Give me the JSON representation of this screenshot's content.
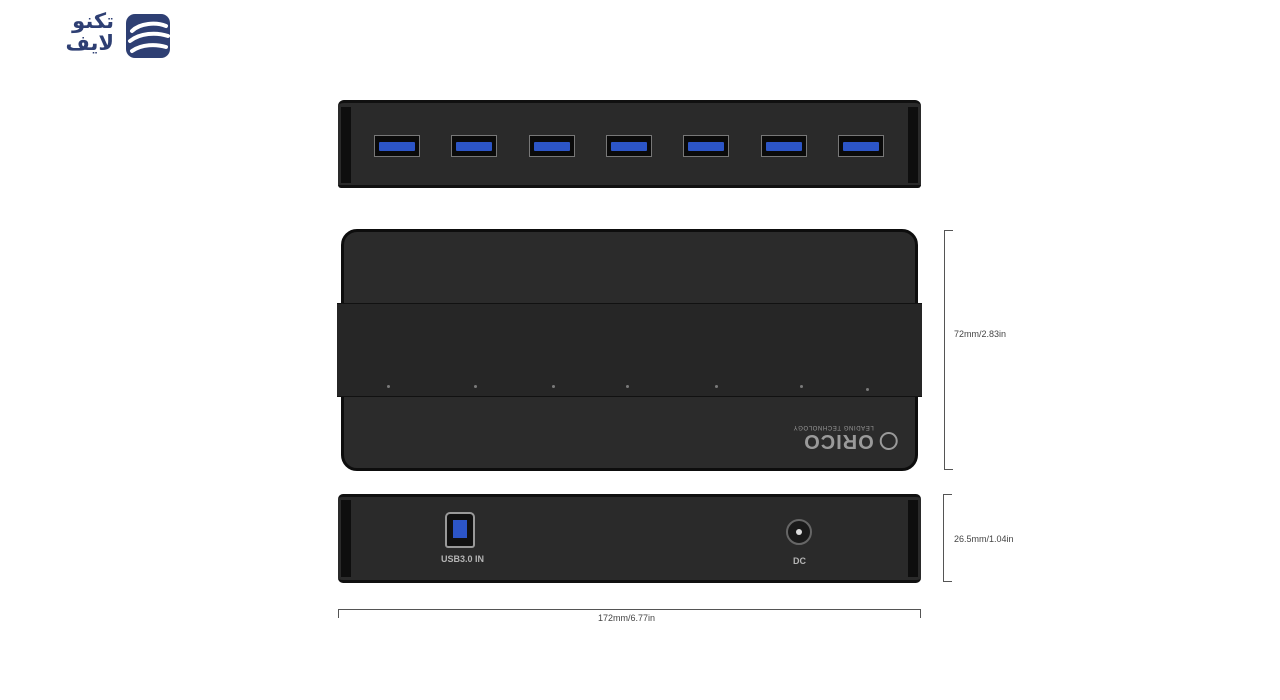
{
  "logo": {
    "text_line1": "تکنو",
    "text_line2": "لایف",
    "color": "#2e3f73"
  },
  "device": {
    "front_ports": 7,
    "port_color": "#2c55c7",
    "brand": {
      "name": "ORICO",
      "tagline": "LEADING TECHNOLOGY"
    },
    "rear": {
      "usb_label": "USB3.0 IN",
      "dc_label": "DC"
    }
  },
  "dimensions": {
    "depth": "72mm/2.83in",
    "height": "26.5mm/1.04in",
    "width": "172mm/6.77in"
  }
}
